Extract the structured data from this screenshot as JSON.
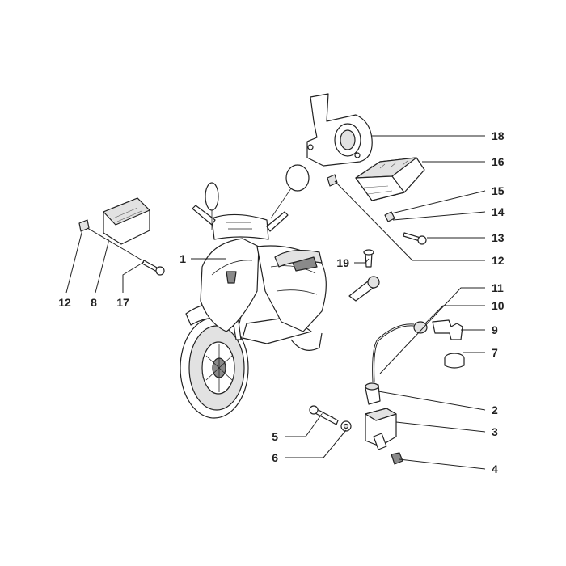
{
  "diagram": {
    "callouts": [
      {
        "id": "18",
        "text": "18"
      },
      {
        "id": "16",
        "text": "16"
      },
      {
        "id": "15",
        "text": "15"
      },
      {
        "id": "14",
        "text": "14"
      },
      {
        "id": "13",
        "text": "13"
      },
      {
        "id": "12r",
        "text": "12"
      },
      {
        "id": "11",
        "text": "11"
      },
      {
        "id": "10",
        "text": "10"
      },
      {
        "id": "9",
        "text": "9"
      },
      {
        "id": "7",
        "text": "7"
      },
      {
        "id": "2",
        "text": "2"
      },
      {
        "id": "3",
        "text": "3"
      },
      {
        "id": "4",
        "text": "4"
      },
      {
        "id": "5",
        "text": "5"
      },
      {
        "id": "6",
        "text": "6"
      },
      {
        "id": "19",
        "text": "19"
      },
      {
        "id": "1",
        "text": "1"
      },
      {
        "id": "12l",
        "text": "12"
      },
      {
        "id": "8",
        "text": "8"
      },
      {
        "id": "17",
        "text": "17"
      }
    ]
  }
}
